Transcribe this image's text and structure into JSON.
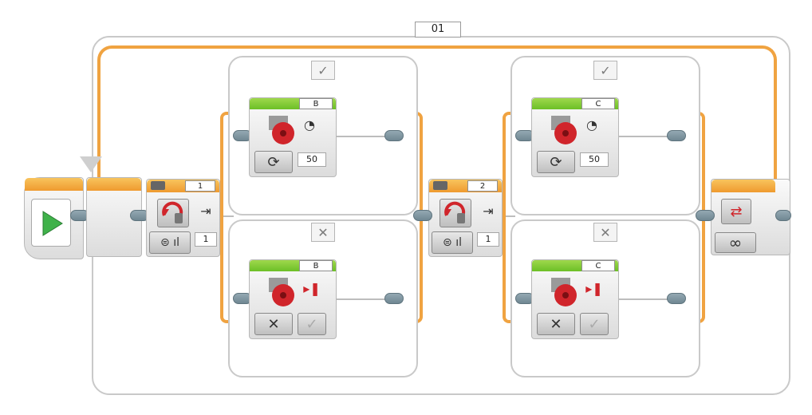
{
  "loop": {
    "label": "01",
    "mode_icon": "infinity-icon"
  },
  "start": {
    "icon": "play-icon"
  },
  "switch1": {
    "label": "1",
    "value": "1",
    "true_tab": "✓",
    "false_tab": "✕",
    "true_motor": {
      "port": "B",
      "mode_icon": "rotate-icon",
      "power": "50"
    },
    "false_motor": {
      "port": "B",
      "mode_icon": "stop-icon"
    }
  },
  "switch2": {
    "label": "2",
    "value": "1",
    "true_tab": "✓",
    "false_tab": "✕",
    "true_motor": {
      "port": "C",
      "mode_icon": "rotate-icon",
      "power": "50"
    },
    "false_motor": {
      "port": "C",
      "mode_icon": "stop-icon"
    }
  },
  "colors": {
    "orange": "#f0a341",
    "green": "#6cbf27",
    "gray": "#c9c9c9"
  }
}
